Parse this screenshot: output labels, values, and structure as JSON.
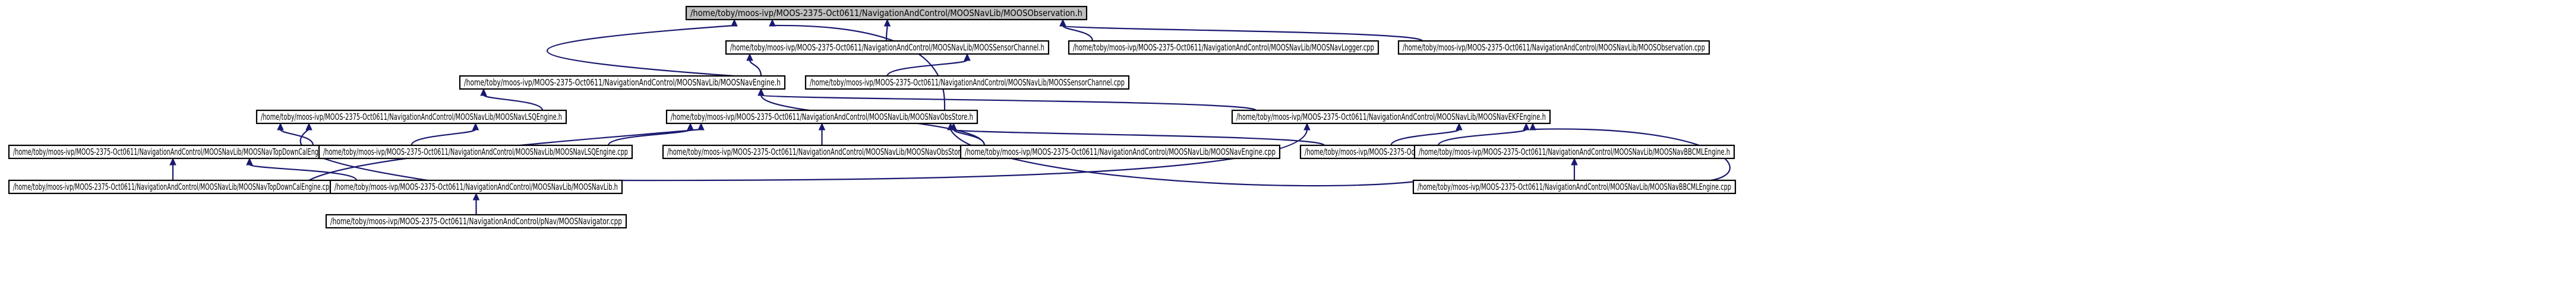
{
  "graph": {
    "nodes": [
      {
        "id": "obs_h",
        "label": "/home/toby/moos-ivp/MOOS-2375-Oct0611/NavigationAndControl/MOOSNavLib/MOOSObservation.h",
        "root": true
      },
      {
        "id": "sensor_h",
        "label": "/home/toby/moos-ivp/MOOS-2375-Oct0611/NavigationAndControl/MOOSNavLib/MOOSSensorChannel.h"
      },
      {
        "id": "logger_cpp",
        "label": "/home/toby/moos-ivp/MOOS-2375-Oct0611/NavigationAndControl/MOOSNavLib/MOOSNavLogger.cpp"
      },
      {
        "id": "obs_cpp",
        "label": "/home/toby/moos-ivp/MOOS-2375-Oct0611/NavigationAndControl/MOOSNavLib/MOOSObservation.cpp"
      },
      {
        "id": "engine_h",
        "label": "/home/toby/moos-ivp/MOOS-2375-Oct0611/NavigationAndControl/MOOSNavLib/MOOSNavEngine.h"
      },
      {
        "id": "sensor_cpp",
        "label": "/home/toby/moos-ivp/MOOS-2375-Oct0611/NavigationAndControl/MOOSNavLib/MOOSSensorChannel.cpp"
      },
      {
        "id": "lse_h",
        "label": "/home/toby/moos-ivp/MOOS-2375-Oct0611/NavigationAndControl/MOOSNavLib/MOOSNavLSQEngine.h"
      },
      {
        "id": "obsstore_h",
        "label": "/home/toby/moos-ivp/MOOS-2375-Oct0611/NavigationAndControl/MOOSNavLib/MOOSNavObsStore.h"
      },
      {
        "id": "ekf_h",
        "label": "/home/toby/moos-ivp/MOOS-2375-Oct0611/NavigationAndControl/MOOSNavLib/MOOSNavEKFEngine.h"
      },
      {
        "id": "tdc_h",
        "label": "/home/toby/moos-ivp/MOOS-2375-Oct0611/NavigationAndControl/MOOSNavLib/MOOSNavTopDownCalEngine.h"
      },
      {
        "id": "lse_cpp",
        "label": "/home/toby/moos-ivp/MOOS-2375-Oct0611/NavigationAndControl/MOOSNavLib/MOOSNavLSQEngine.cpp"
      },
      {
        "id": "obsstore_cpp",
        "label": "/home/toby/moos-ivp/MOOS-2375-Oct0611/NavigationAndControl/MOOSNavLib/MOOSNavObsStore.cpp"
      },
      {
        "id": "engine_cpp",
        "label": "/home/toby/moos-ivp/MOOS-2375-Oct0611/NavigationAndControl/MOOSNavLib/MOOSNavEngine.cpp"
      },
      {
        "id": "ekf_cpp",
        "label": "/home/toby/moos-ivp/MOOS-2375-Oct0611/NavigationAndControl/MOOSNavLib/MOOSNavEKFEngine.cpp"
      },
      {
        "id": "bbcml_h",
        "label": "/home/toby/moos-ivp/MOOS-2375-Oct0611/NavigationAndControl/MOOSNavLib/MOOSNavBBCMLEngine.h"
      },
      {
        "id": "tdc_cpp",
        "label": "/home/toby/moos-ivp/MOOS-2375-Oct0611/NavigationAndControl/MOOSNavLib/MOOSNavTopDownCalEngine.cpp"
      },
      {
        "id": "navlib_h",
        "label": "/home/toby/moos-ivp/MOOS-2375-Oct0611/NavigationAndControl/MOOSNavLib/MOOSNavLib.h"
      },
      {
        "id": "bbcml_cpp",
        "label": "/home/toby/moos-ivp/MOOS-2375-Oct0611/NavigationAndControl/MOOSNavLib/MOOSNavBBCMLEngine.cpp"
      },
      {
        "id": "navigator_cpp",
        "label": "/home/toby/moos-ivp/MOOS-2375-Oct0611/NavigationAndControl/pNav/MOOSNavigator.cpp"
      }
    ],
    "edges": [
      {
        "from": "obs_h",
        "to": "sensor_h"
      },
      {
        "from": "obs_h",
        "to": "logger_cpp"
      },
      {
        "from": "obs_h",
        "to": "obs_cpp"
      },
      {
        "from": "obs_h",
        "to": "engine_h"
      },
      {
        "from": "obs_h",
        "to": "obsstore_h"
      },
      {
        "from": "sensor_h",
        "to": "engine_h"
      },
      {
        "from": "sensor_h",
        "to": "sensor_cpp"
      },
      {
        "from": "engine_h",
        "to": "lse_h"
      },
      {
        "from": "engine_h",
        "to": "ekf_h"
      },
      {
        "from": "engine_h",
        "to": "engine_cpp"
      },
      {
        "from": "lse_h",
        "to": "tdc_h"
      },
      {
        "from": "lse_h",
        "to": "lse_cpp"
      },
      {
        "from": "lse_h",
        "to": "navlib_h"
      },
      {
        "from": "obsstore_h",
        "to": "lse_cpp"
      },
      {
        "from": "obsstore_h",
        "to": "obsstore_cpp"
      },
      {
        "from": "obsstore_h",
        "to": "engine_cpp"
      },
      {
        "from": "obsstore_h",
        "to": "ekf_cpp"
      },
      {
        "from": "obsstore_h",
        "to": "tdc_cpp"
      },
      {
        "from": "obsstore_h",
        "to": "bbcml_cpp"
      },
      {
        "from": "ekf_h",
        "to": "ekf_cpp"
      },
      {
        "from": "ekf_h",
        "to": "bbcml_h"
      },
      {
        "from": "ekf_h",
        "to": "navlib_h"
      },
      {
        "from": "ekf_h",
        "to": "bbcml_cpp"
      },
      {
        "from": "tdc_h",
        "to": "tdc_cpp"
      },
      {
        "from": "tdc_h",
        "to": "navlib_h"
      },
      {
        "from": "bbcml_h",
        "to": "bbcml_cpp"
      },
      {
        "from": "navlib_h",
        "to": "navigator_cpp"
      }
    ]
  }
}
